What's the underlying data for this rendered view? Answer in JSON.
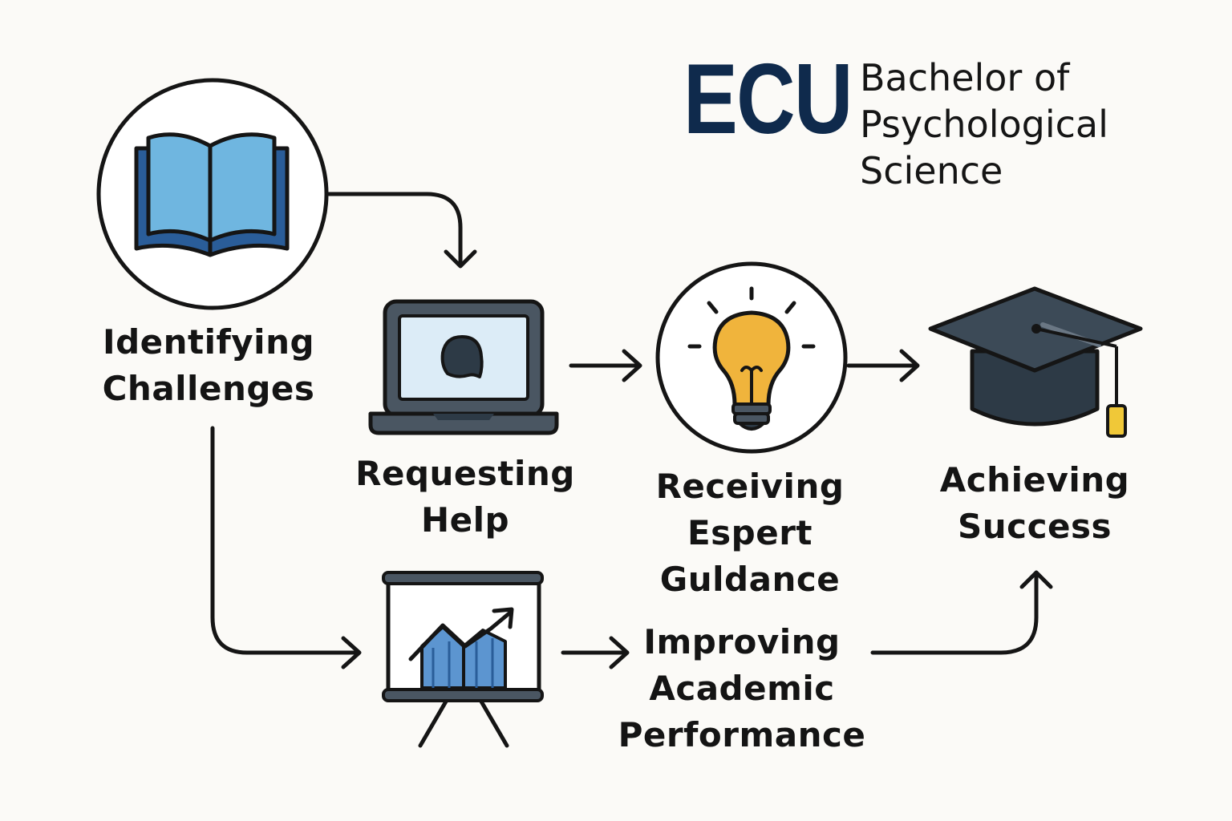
{
  "brand": {
    "logo": "ECU",
    "name_lines": [
      "Bachelor of",
      "Psychological",
      "Science"
    ],
    "navy": "#0f2a4c"
  },
  "steps": [
    {
      "id": "identifying",
      "icon": "open-book-icon",
      "lines": [
        "Identifying",
        "Challenges"
      ]
    },
    {
      "id": "requesting",
      "icon": "laptop-chat-icon",
      "lines": [
        "Requesting",
        "Help"
      ]
    },
    {
      "id": "receiving",
      "icon": "lightbulb-icon",
      "lines": [
        "Receiving",
        "Espert",
        "Guldance"
      ]
    },
    {
      "id": "achieving",
      "icon": "graduation-cap-icon",
      "lines": [
        "Achieving",
        "Success"
      ]
    },
    {
      "id": "improving",
      "icon": "chart-easel-icon",
      "lines": [
        "Improving",
        "Academic",
        "Performance"
      ]
    }
  ],
  "colors": {
    "book_blue": "#6fb6e0",
    "book_cover": "#2a5d99",
    "bulb_yellow": "#f0b43c",
    "cap_dark": "#2d3a46",
    "chart_blue": "#5c95d0",
    "ink": "#151515",
    "background": "#fbfaf7"
  }
}
